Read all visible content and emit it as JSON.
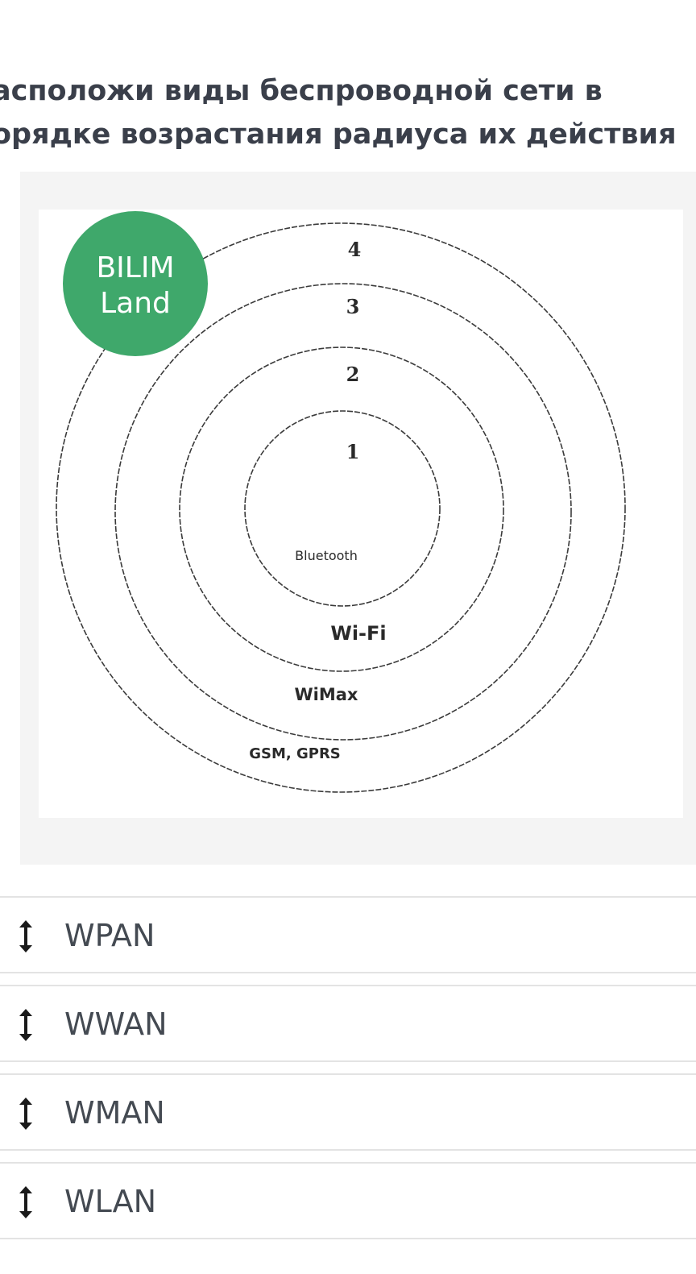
{
  "question": {
    "title_line1": "асположи виды беспроводной сети в",
    "title_line2": "орядке возрастания радиуса их действия"
  },
  "figure": {
    "logo": {
      "line1": "BILIM",
      "line2": "Land",
      "color": "#3fa86b"
    },
    "ring_numbers": [
      "4",
      "3",
      "2",
      "1"
    ],
    "ring_labels": [
      "Bluetooth",
      "Wi-Fi",
      "WiMax",
      "GSM, GPRS"
    ]
  },
  "options": [
    {
      "label": "WPAN",
      "icon": "drag-handle-icon"
    },
    {
      "label": "WWAN",
      "icon": "drag-handle-icon"
    },
    {
      "label": "WMAN",
      "icon": "drag-handle-icon"
    },
    {
      "label": "WLAN",
      "icon": "drag-handle-icon"
    }
  ]
}
